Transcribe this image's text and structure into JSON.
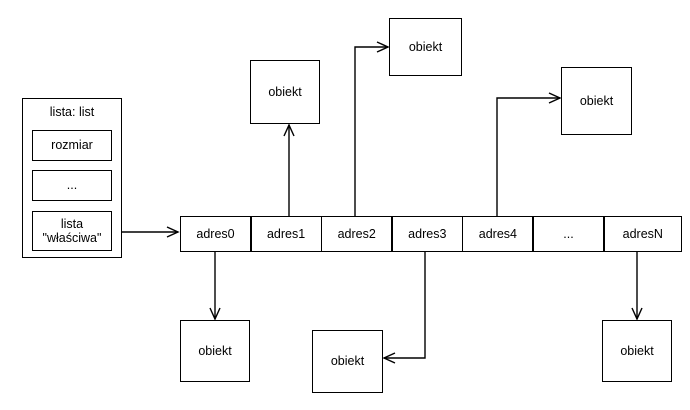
{
  "diagram": {
    "title_hidden": "",
    "struct": {
      "name": "lista: list",
      "fields": [
        {
          "label": "rozmiar"
        },
        {
          "label": "..."
        },
        {
          "label": "lista\n\"właściwa\""
        }
      ]
    },
    "array": {
      "cells": [
        {
          "label": "adres0"
        },
        {
          "label": "adres1"
        },
        {
          "label": "adres2"
        },
        {
          "label": "adres3"
        },
        {
          "label": "adres4"
        },
        {
          "label": "..."
        },
        {
          "label": "adresN"
        }
      ]
    },
    "objects": [
      {
        "id": "obj-top-left",
        "label": "obiekt"
      },
      {
        "id": "obj-top-middle",
        "label": "obiekt"
      },
      {
        "id": "obj-top-right",
        "label": "obiekt"
      },
      {
        "id": "obj-bottom-left",
        "label": "obiekt"
      },
      {
        "id": "obj-bottom-mid",
        "label": "obiekt"
      },
      {
        "id": "obj-bottom-right",
        "label": "obiekt"
      }
    ],
    "colors": {
      "stroke": "#000000",
      "background": "#ffffff",
      "text": "#000000"
    }
  }
}
